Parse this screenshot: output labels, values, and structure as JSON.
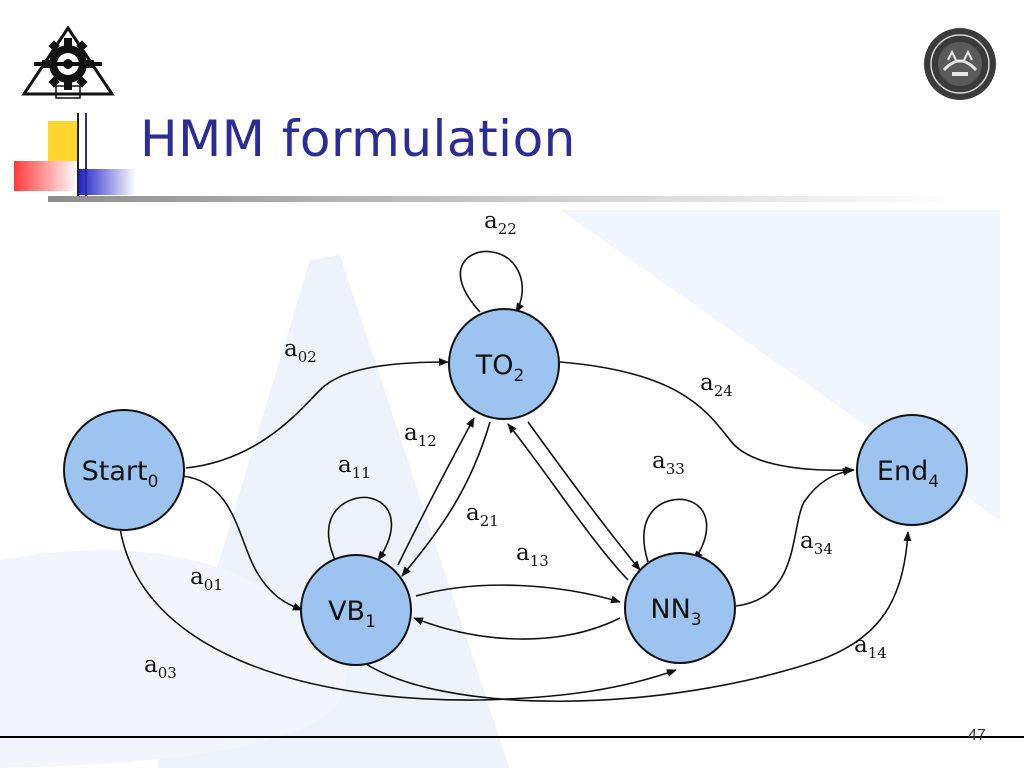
{
  "slide": {
    "title": "HMM formulation",
    "page_number": "47",
    "accent_color": "#2b2b99",
    "logos": {
      "left": {
        "name": "gear-emblem-logo",
        "text": ""
      },
      "right": {
        "name": "university-seal-logo",
        "text": ""
      }
    }
  },
  "diagram": {
    "node_fill": "#9dc3f0",
    "node_stroke": "#111111",
    "nodes": [
      {
        "id": "start",
        "label": "Start",
        "sub": "0"
      },
      {
        "id": "vb",
        "label": "VB",
        "sub": "1"
      },
      {
        "id": "to",
        "label": "TO",
        "sub": "2"
      },
      {
        "id": "nn",
        "label": "NN",
        "sub": "3"
      },
      {
        "id": "end",
        "label": "End",
        "sub": "4"
      }
    ],
    "edges": [
      {
        "label": "a",
        "sub": "22"
      },
      {
        "label": "a",
        "sub": "02"
      },
      {
        "label": "a",
        "sub": "24"
      },
      {
        "label": "a",
        "sub": "12"
      },
      {
        "label": "a",
        "sub": "11"
      },
      {
        "label": "a",
        "sub": "21"
      },
      {
        "label": "a",
        "sub": "33"
      },
      {
        "label": "a",
        "sub": "13"
      },
      {
        "label": "a",
        "sub": "34"
      },
      {
        "label": "a",
        "sub": "01"
      },
      {
        "label": "a",
        "sub": "14"
      },
      {
        "label": "a",
        "sub": "03"
      }
    ]
  }
}
